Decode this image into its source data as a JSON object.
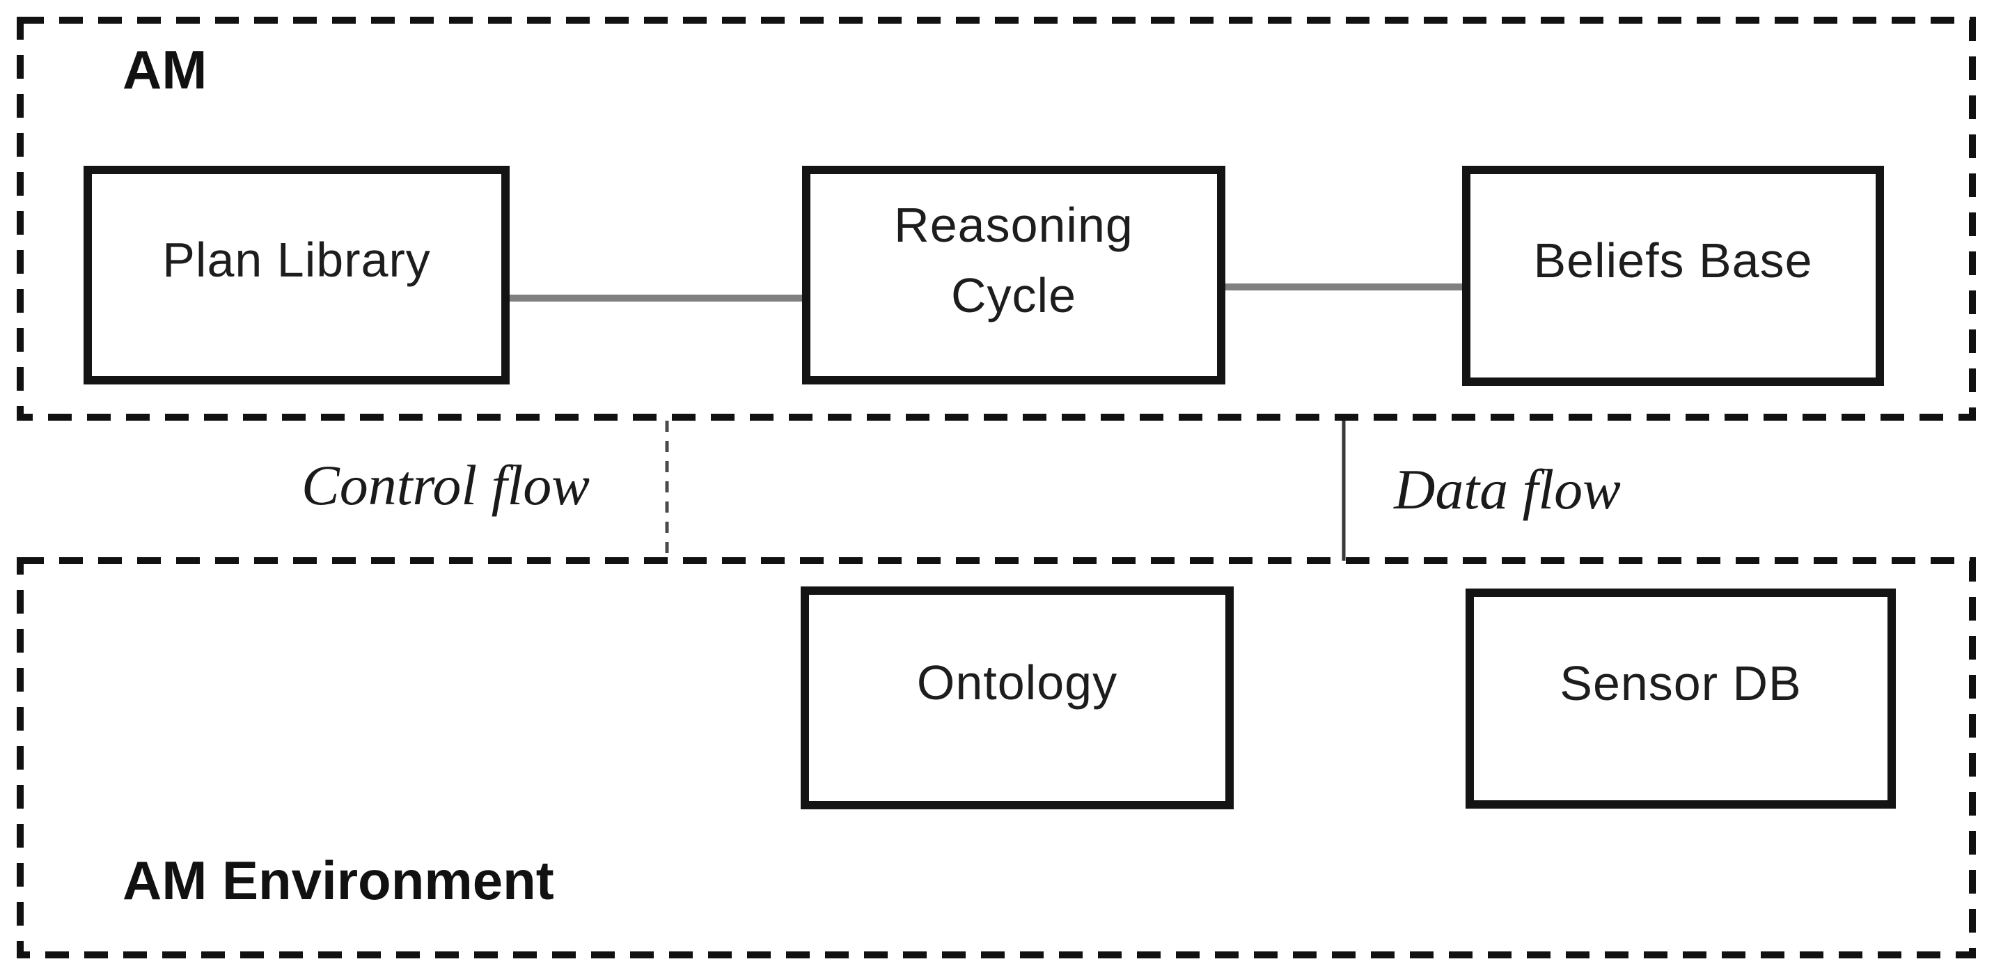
{
  "figure": {
    "am_container": {
      "label": "AM"
    },
    "environment_container": {
      "label": "AM Environment"
    },
    "boxes": {
      "plan_library": {
        "label": "Plan Library"
      },
      "reasoning_cycle": {
        "label": "Reasoning Cycle"
      },
      "beliefs_base": {
        "label": "Beliefs Base"
      },
      "ontology": {
        "label": "Ontology"
      },
      "sensor_db": {
        "label": "Sensor DB"
      }
    },
    "flows": {
      "control": {
        "label": "Control flow",
        "line_style": "dashed"
      },
      "data": {
        "label": "Data flow",
        "line_style": "solid"
      }
    },
    "colors": {
      "container_dash": "#111111",
      "box_border": "#141414",
      "connector_gray": "#808080",
      "flow_line": "#404040",
      "text": "#1d1d1d",
      "background": "#ffffff"
    }
  }
}
